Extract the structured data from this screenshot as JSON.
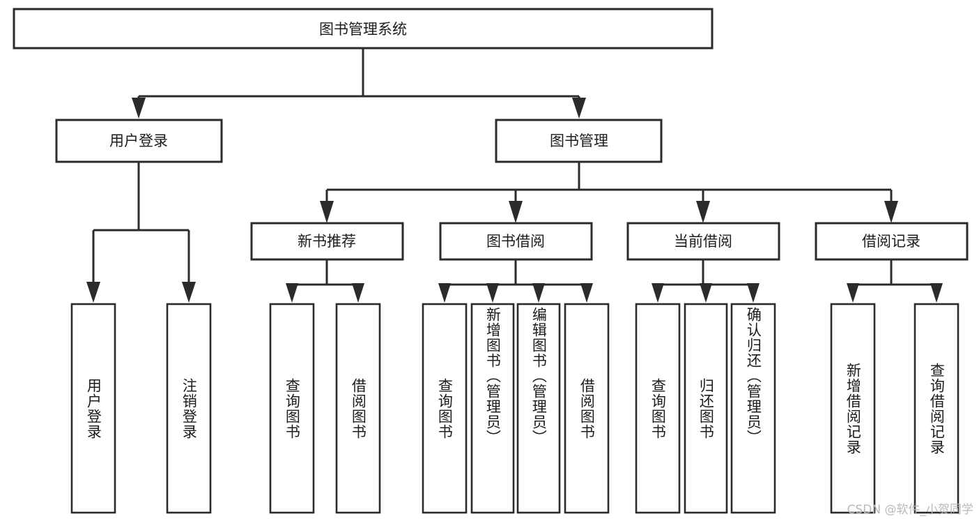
{
  "diagram": {
    "type": "tree",
    "title": "图书管理系统",
    "watermark": "CSDN @软件_小贺同学",
    "colors": {
      "box_stroke": "#2b2b2b",
      "box_fill": "#ffffff",
      "text": "#1c1c1c",
      "watermark": "#b9b9b9",
      "background": "#ffffff"
    },
    "root": {
      "label": "图书管理系统"
    },
    "level2": [
      {
        "label": "用户登录"
      },
      {
        "label": "图书管理"
      }
    ],
    "level3": [
      {
        "label": "新书推荐"
      },
      {
        "label": "图书借阅"
      },
      {
        "label": "当前借阅"
      },
      {
        "label": "借阅记录"
      }
    ],
    "leaves": {
      "user_login": [
        {
          "label": "用户登录"
        },
        {
          "label": "注销登录"
        }
      ],
      "new_book_recommend": [
        {
          "label": "查询图书"
        },
        {
          "label": "借阅图书"
        }
      ],
      "book_borrow": [
        {
          "label": "查询图书"
        },
        {
          "label": "新增图书（管理员）"
        },
        {
          "label": "编辑图书（管理员）"
        },
        {
          "label": "借阅图书"
        }
      ],
      "current_borrow": [
        {
          "label": "查询图书"
        },
        {
          "label": "归还图书"
        },
        {
          "label": "确认归还（管理员）"
        }
      ],
      "borrow_record": [
        {
          "label": "新增借阅记录"
        },
        {
          "label": "查询借阅记录"
        }
      ]
    }
  }
}
